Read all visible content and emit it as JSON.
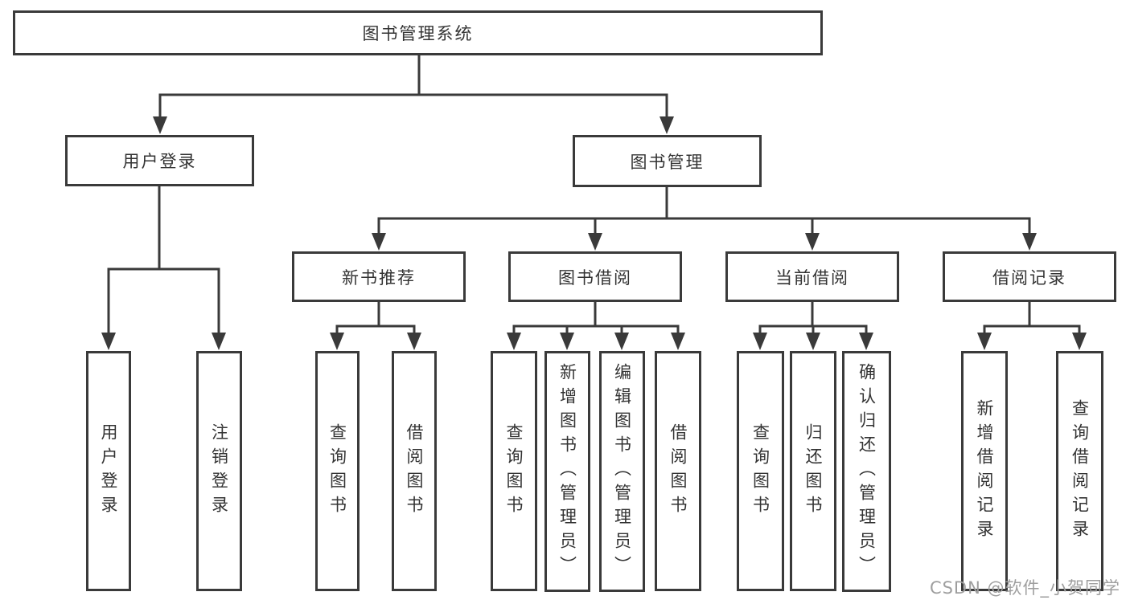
{
  "diagram": {
    "root": "图书管理系统",
    "level2": {
      "user_login": "用户登录",
      "book_management": "图书管理"
    },
    "level3": {
      "new_book_recommend": "新书推荐",
      "book_borrow": "图书借阅",
      "current_borrow": "当前借阅",
      "borrow_records": "借阅记录"
    },
    "leaves": {
      "user_login": [
        "用户登录",
        "注销登录"
      ],
      "new_book_recommend": [
        "查询图书",
        "借阅图书"
      ],
      "book_borrow": [
        "查询图书",
        "新增图书（管理员）",
        "编辑图书（管理员）",
        "借阅图书"
      ],
      "current_borrow": [
        "查询图书",
        "归还图书",
        "确认归还（管理员）"
      ],
      "borrow_records": [
        "新增借阅记录",
        "查询借阅记录"
      ]
    }
  },
  "watermark": "CSDN @软件_小贺同学",
  "colors": {
    "line": "#3a3a3a",
    "text": "#333333",
    "background": "#ffffff",
    "watermark": "#9e9e9e"
  }
}
